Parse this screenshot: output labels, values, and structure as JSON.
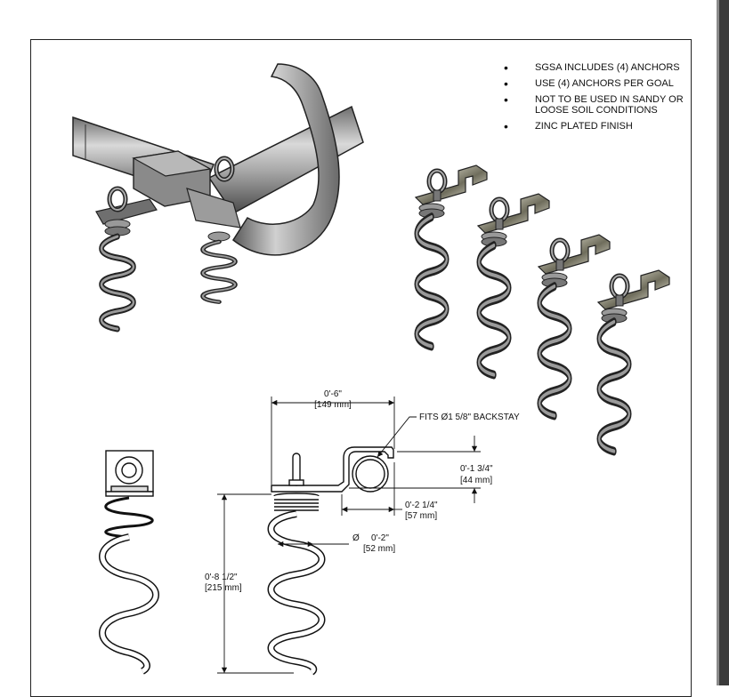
{
  "notes": [
    {
      "text": "SGSA INCLUDES (4) ANCHORS"
    },
    {
      "text": "USE (4) ANCHORS PER GOAL"
    },
    {
      "text": "NOT TO BE USED IN SANDY OR\nLOOSE SOIL CONDITIONS"
    },
    {
      "text": "ZINC PLATED FINISH"
    }
  ],
  "bullet": "•",
  "dimensions": {
    "width": {
      "imperial": "0'-6\"",
      "metric": "[149 mm]"
    },
    "backstay_callout": "FITS Ø1 5/8\" BACKSTAY",
    "clip_height": {
      "imperial": "0'-1 3/4\"",
      "metric": "[44 mm]"
    },
    "clip_width": {
      "imperial": "0'-2 1/4\"",
      "metric": "[57 mm]"
    },
    "coil_diameter": {
      "symbol": "Ø",
      "imperial": "0'-2\"",
      "metric": "[52 mm]"
    },
    "overall_height": {
      "imperial": "0'-8 1/2\"",
      "metric": "[215 mm]"
    }
  },
  "colors": {
    "line": "#111111",
    "metal_dark": "#3d3d3d",
    "metal_mid": "#8c8c8c",
    "metal_light": "#c8c8c8",
    "camo": "#7d7a66"
  }
}
